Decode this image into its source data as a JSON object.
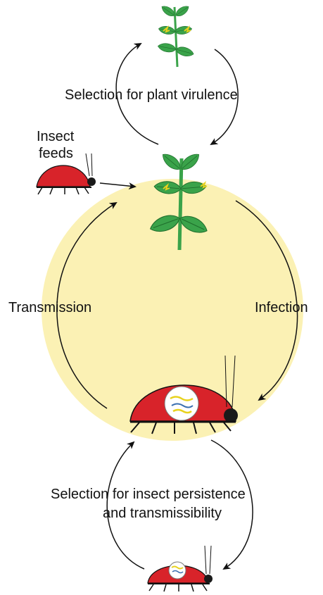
{
  "labels": {
    "top_cycle": "Selection for plant virulence",
    "insect_feeds": [
      "Insect",
      "feeds"
    ],
    "left_arc": "Transmission",
    "right_arc": "Infection",
    "bottom_cycle": [
      "Selection for insect persistence",
      "and transmissibility"
    ]
  },
  "colors": {
    "circle_fill": "#fbf1b4",
    "leaf": "#3aa34a",
    "leaf_dark": "#1f6e2c",
    "stem": "#3aa34a",
    "beetle": "#d8232a",
    "beetle_dark": "#1a1a1a",
    "virus_yellow": "#e8d21e",
    "virus_blue": "#3a6fb0",
    "arrow": "#111111"
  },
  "icons": [
    "plant-icon",
    "beetle-icon",
    "virus-particles-icon",
    "arrow-icon"
  ]
}
